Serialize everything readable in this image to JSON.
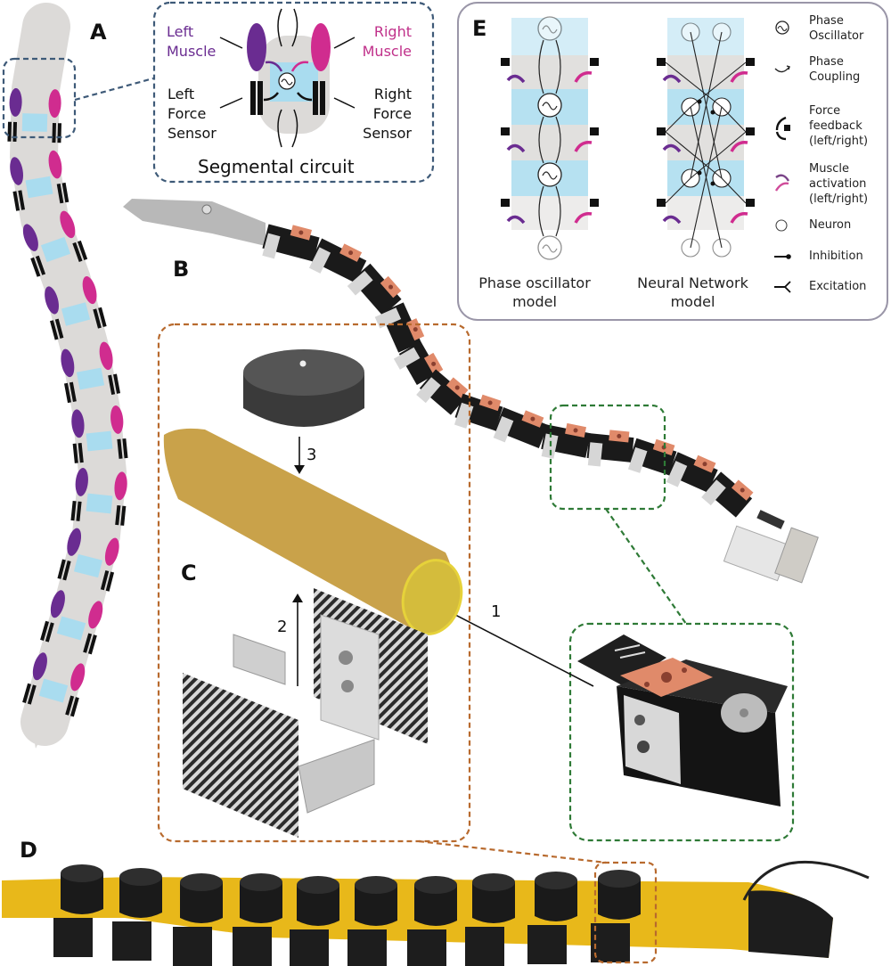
{
  "panels": {
    "A": {
      "label": "A",
      "segment_count": 10
    },
    "B": {
      "label": "B"
    },
    "C": {
      "label": "C",
      "assembly_steps": [
        "1",
        "2",
        "3"
      ]
    },
    "D": {
      "label": "D",
      "segment_count": 10
    },
    "E": {
      "label": "E"
    }
  },
  "segmental_circuit": {
    "title": "Segmental circuit",
    "left_muscle": [
      "Left",
      "Muscle"
    ],
    "right_muscle": [
      "Right",
      "Muscle"
    ],
    "left_force_sensor": [
      "Left",
      "Force",
      "Sensor"
    ],
    "right_force_sensor": [
      "Right",
      "Force",
      "Sensor"
    ]
  },
  "models": {
    "phase_oscillator": [
      "Phase oscillator",
      "model"
    ],
    "neural_network": [
      "Neural Network",
      "model"
    ]
  },
  "legend": [
    {
      "icon": "phase-oscillator-icon",
      "lines": [
        "Phase",
        "Oscillator"
      ]
    },
    {
      "icon": "phase-coupling-icon",
      "lines": [
        "Phase",
        "Coupling"
      ]
    },
    {
      "icon": "force-feedback-icon",
      "lines": [
        "Force",
        "feedback",
        "(left/right)"
      ]
    },
    {
      "icon": "muscle-activation-icon",
      "lines": [
        "Muscle",
        "activation",
        "(left/right)"
      ]
    },
    {
      "icon": "neuron-icon",
      "lines": [
        "Neuron"
      ]
    },
    {
      "icon": "inhibition-icon",
      "lines": [
        "Inhibition"
      ]
    },
    {
      "icon": "excitation-icon",
      "lines": [
        "Excitation"
      ]
    }
  ],
  "colors": {
    "left_muscle": "#6a2c91",
    "right_muscle": "#d02c8f",
    "body_gray": "#dcdad8",
    "oscillator_blue": "#a9dcef",
    "segmental_border": "#3e5a78",
    "panel_c_border": "#b86a2e",
    "inset_border": "#2e7a36",
    "legend_border": "#9a96a8",
    "skin_yellow": "#e8b81a",
    "copper": "#e08a6a"
  }
}
